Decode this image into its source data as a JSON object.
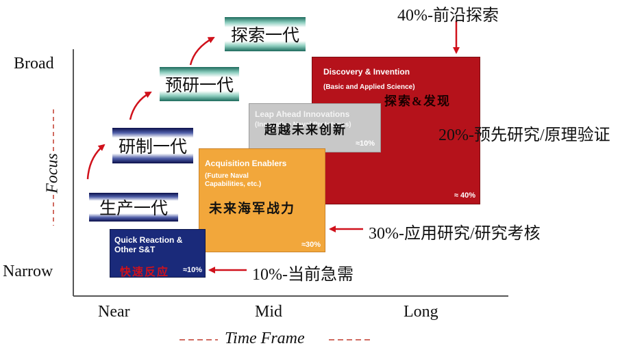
{
  "colors": {
    "discovery": "#b5121b",
    "leap_ahead": "#c8c8c8",
    "acquisition": "#f2a73b",
    "quick_reaction": "#1a2a7a",
    "arrow_red": "#d0111b"
  },
  "axes": {
    "y_label": "Focus",
    "y_top": "Broad",
    "y_bottom": "Narrow",
    "x_label": "Time Frame",
    "x_ticks": [
      "Near",
      "Mid",
      "Long"
    ]
  },
  "generations": [
    {
      "label": "生产一代",
      "style": "navy"
    },
    {
      "label": "研制一代",
      "style": "navy"
    },
    {
      "label": "预研一代",
      "style": "teal"
    },
    {
      "label": "探索一代",
      "style": "teal"
    }
  ],
  "boxes": {
    "discovery": {
      "title": "Discovery & Invention",
      "subtitle": "(Basic and Applied Science)",
      "cn": "探索&发现",
      "pct": "≈ 40%"
    },
    "leap_ahead": {
      "title": "Leap Ahead Innovations",
      "subtitle": "(Innovative Naval Prototypes)",
      "cn": "超越未来创新",
      "pct": "≈10%"
    },
    "acquisition": {
      "title": "Acquisition Enablers",
      "subtitle": "(Future Naval Capabilities, etc.)",
      "cn": "未来海军战力",
      "pct": "≈30%"
    },
    "quick_reaction": {
      "title": "Quick Reaction & Other S&T",
      "cn": "快速反应",
      "pct": "≈10%"
    }
  },
  "annotations": {
    "discovery": "40%-前沿探索",
    "leap_ahead": "20%-预先研究/原理验证",
    "acquisition": "30%-应用研究/研究考核",
    "quick_reaction": "10%-当前急需"
  }
}
